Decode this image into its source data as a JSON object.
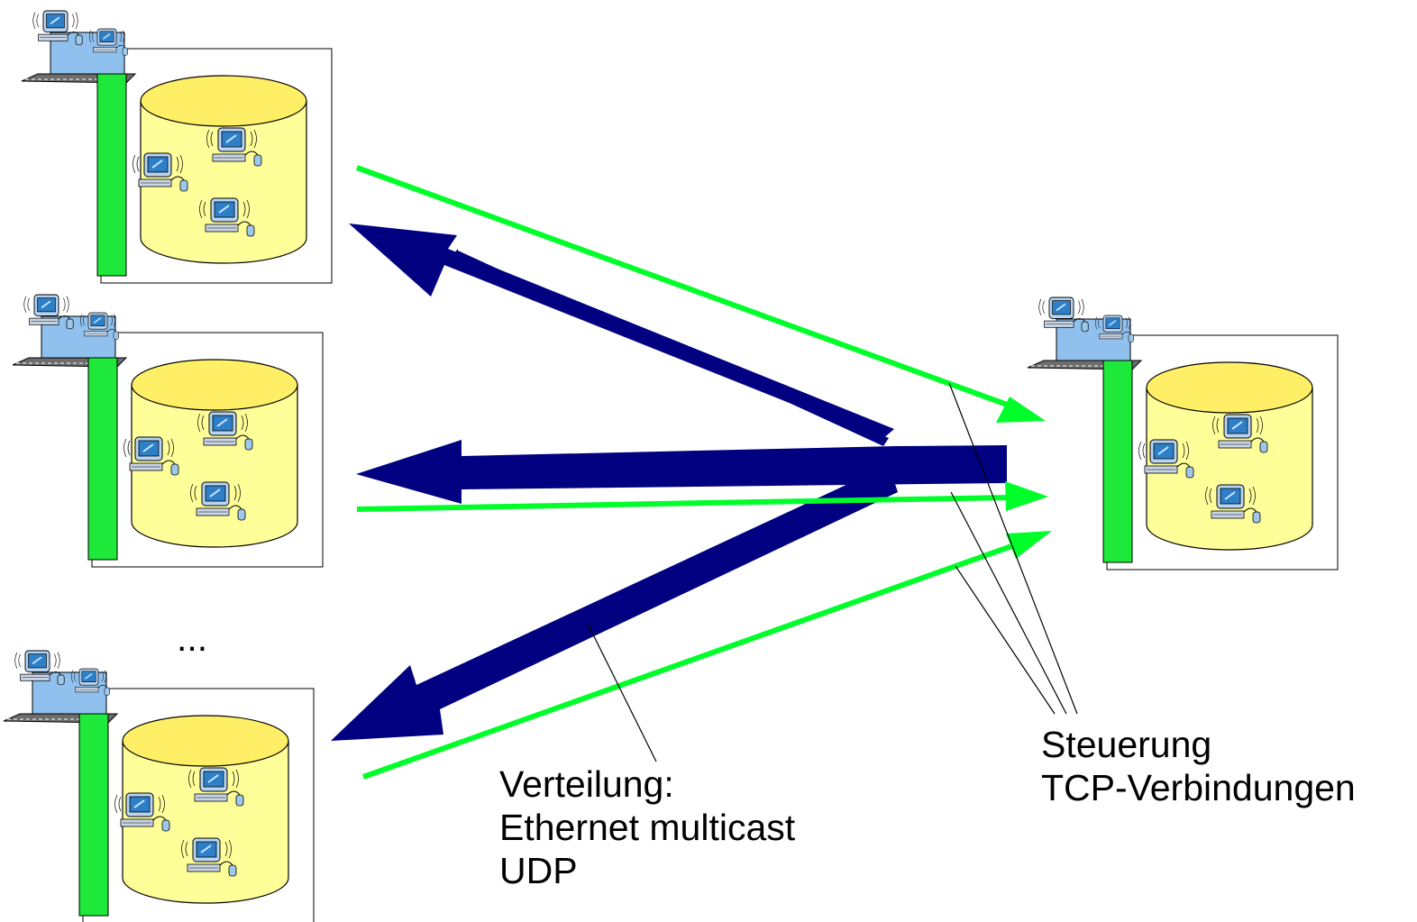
{
  "labels": {
    "ellipsis": "...",
    "distribution": [
      "Verteilung:",
      "Ethernet multicast",
      "UDP"
    ],
    "control": [
      "Steuerung",
      "TCP-Verbindungen"
    ]
  },
  "colors": {
    "green_arrow": "#00ff2a",
    "blue_arrow": "#000080",
    "cylinder_fill": "#ffff99",
    "cylinder_top": "#ffef66",
    "green_bar": "#1ee83a",
    "laptop": "#8fc0ee",
    "pc_monitor": "#2d80c8"
  },
  "nodes": [
    {
      "id": "segment-1",
      "role": "group",
      "icon": "laptop-with-database-icon"
    },
    {
      "id": "segment-2",
      "role": "group",
      "icon": "laptop-with-database-icon"
    },
    {
      "id": "segment-3",
      "role": "group",
      "icon": "laptop-with-database-icon"
    },
    {
      "id": "central",
      "role": "server",
      "icon": "laptop-with-database-icon"
    }
  ]
}
